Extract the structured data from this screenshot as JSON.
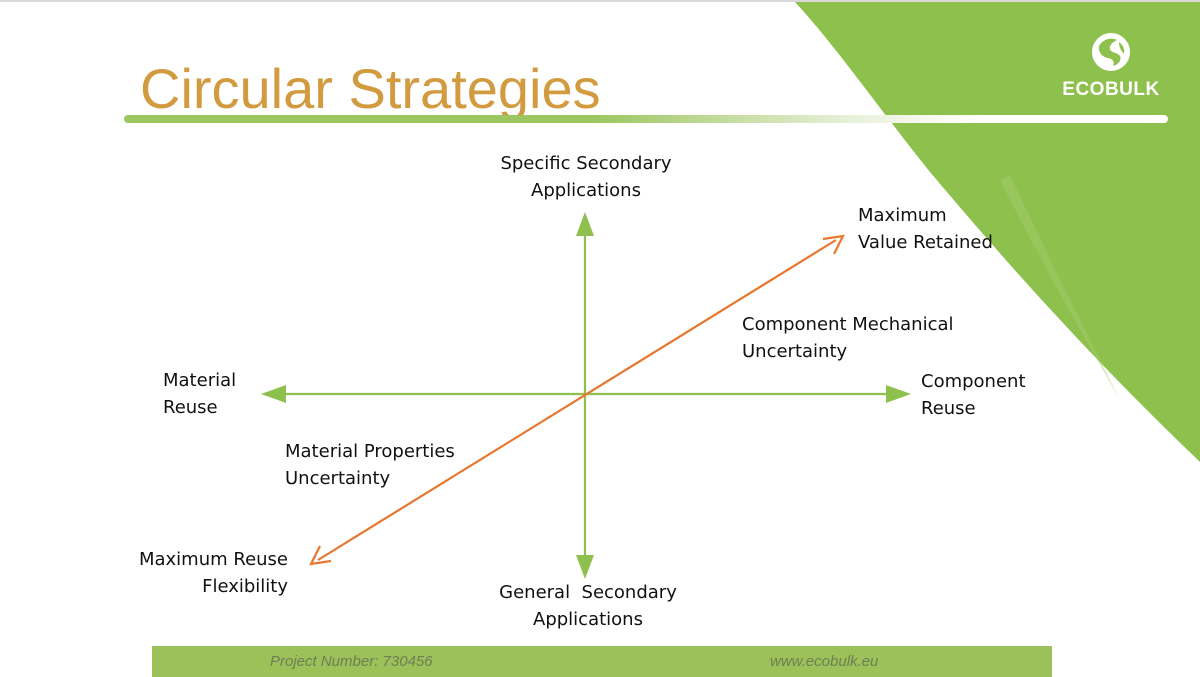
{
  "slide": {
    "title": "Circular Strategies",
    "logo_text": "ECOBULK",
    "accent_green": "#8dc04d",
    "title_color": "#d29b40",
    "axis_color": "#8dc04d",
    "diagonal_color": "#e8772e"
  },
  "diagram": {
    "top": [
      "Specific Secondary",
      "Applications"
    ],
    "bottom": [
      "General  Secondary",
      "Applications"
    ],
    "left": [
      "Material",
      "Reuse"
    ],
    "right": [
      "Component",
      "Reuse"
    ],
    "upper_right_end": [
      "Maximum",
      "Value Retained"
    ],
    "lower_left_end": [
      "Maximum Reuse",
      "Flexibility"
    ],
    "upper_region": [
      "Component Mechanical",
      "Uncertainty"
    ],
    "lower_region": [
      "Material Properties",
      "Uncertainty"
    ]
  },
  "footer": {
    "project_number": "Project Number: 730456",
    "website": "www.ecobulk.eu"
  }
}
